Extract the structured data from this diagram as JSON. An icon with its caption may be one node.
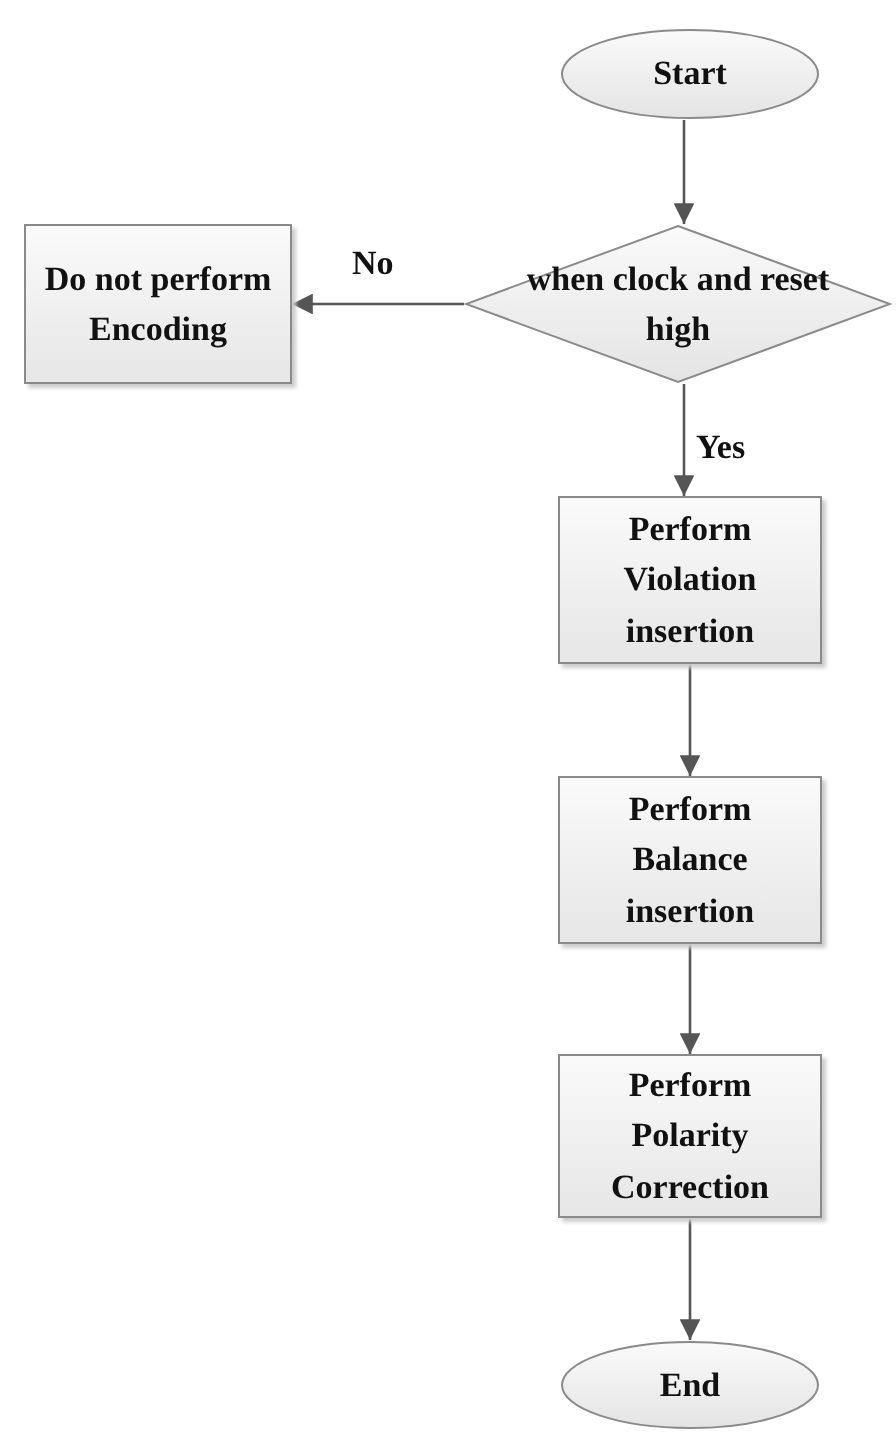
{
  "diagram": {
    "nodes": [
      {
        "text": [
          "Start"
        ]
      },
      {
        "text": [
          "when clock and reset high"
        ]
      },
      {
        "text": [
          "Do not perform Encoding"
        ]
      },
      {
        "text": [
          "Perform Violation insertion"
        ]
      },
      {
        "text": [
          "Perform Balance insertion"
        ]
      },
      {
        "text": [
          "Perform Polarity Correction"
        ]
      },
      {
        "text": [
          "End"
        ]
      }
    ],
    "edges": [
      {
        "from": 0,
        "to": 1,
        "arrow": "to"
      },
      {
        "from": 1,
        "to": 2,
        "arrow": "to",
        "label": "No"
      },
      {
        "from": 1,
        "to": 3,
        "arrow": "to",
        "label": "Yes"
      },
      {
        "from": 3,
        "to": 4,
        "arrow": "to"
      },
      {
        "from": 4,
        "to": 5,
        "arrow": "to"
      },
      {
        "from": 5,
        "to": 6,
        "arrow": "to"
      }
    ]
  }
}
